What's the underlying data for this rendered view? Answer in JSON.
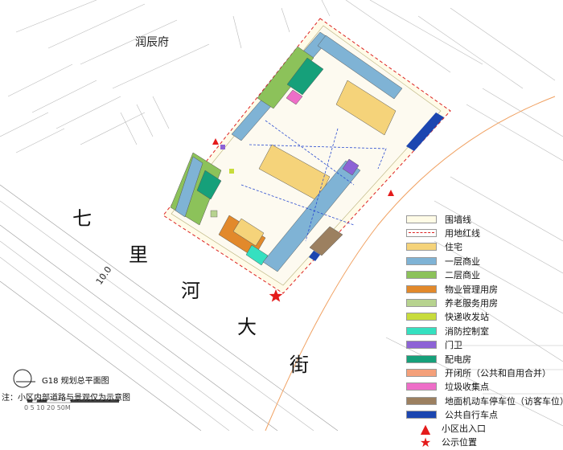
{
  "map": {
    "north_label": "润辰府",
    "road_name": "七里河大街",
    "road_chars": [
      "七",
      "里",
      "河",
      "大",
      "街"
    ],
    "road_width_label": "10.0"
  },
  "legend": [
    {
      "label": "围墙线",
      "color": "#fffbe6",
      "style": "solid"
    },
    {
      "label": "用地红线",
      "color": "#ffffff",
      "style": "red-dash"
    },
    {
      "label": "住宅",
      "color": "#f5d37a",
      "style": "solid"
    },
    {
      "label": "一层商业",
      "color": "#7fb3d5",
      "style": "solid"
    },
    {
      "label": "二层商业",
      "color": "#8cc25a",
      "style": "solid"
    },
    {
      "label": "物业管理用房",
      "color": "#e2892b",
      "style": "solid"
    },
    {
      "label": "养老服务用房",
      "color": "#b7d38f",
      "style": "solid"
    },
    {
      "label": "快递收发站",
      "color": "#c8dc3c",
      "style": "solid"
    },
    {
      "label": "消防控制室",
      "color": "#35e0c0",
      "style": "solid"
    },
    {
      "label": "门卫",
      "color": "#8d63d6",
      "style": "solid"
    },
    {
      "label": "配电房",
      "color": "#16a07a",
      "style": "solid"
    },
    {
      "label": "开闭所（公共和自用合并）",
      "color": "#f4a07a",
      "style": "solid"
    },
    {
      "label": "垃圾收集点",
      "color": "#ee6ec8",
      "style": "solid"
    },
    {
      "label": "地面机动车停车位（访客车位）",
      "color": "#9c8060",
      "style": "solid"
    },
    {
      "label": "公共自行车点",
      "color": "#1c46b0",
      "style": "solid"
    }
  ],
  "symbols": [
    {
      "label": "小区出入口",
      "glyph": "▲"
    },
    {
      "label": "公示位置",
      "glyph": "★"
    }
  ],
  "footer": {
    "title": "G18 规划总平面图",
    "note": "注：小区内部道路与景观仅为示意图",
    "scale": "0 5 10  20        50M"
  }
}
